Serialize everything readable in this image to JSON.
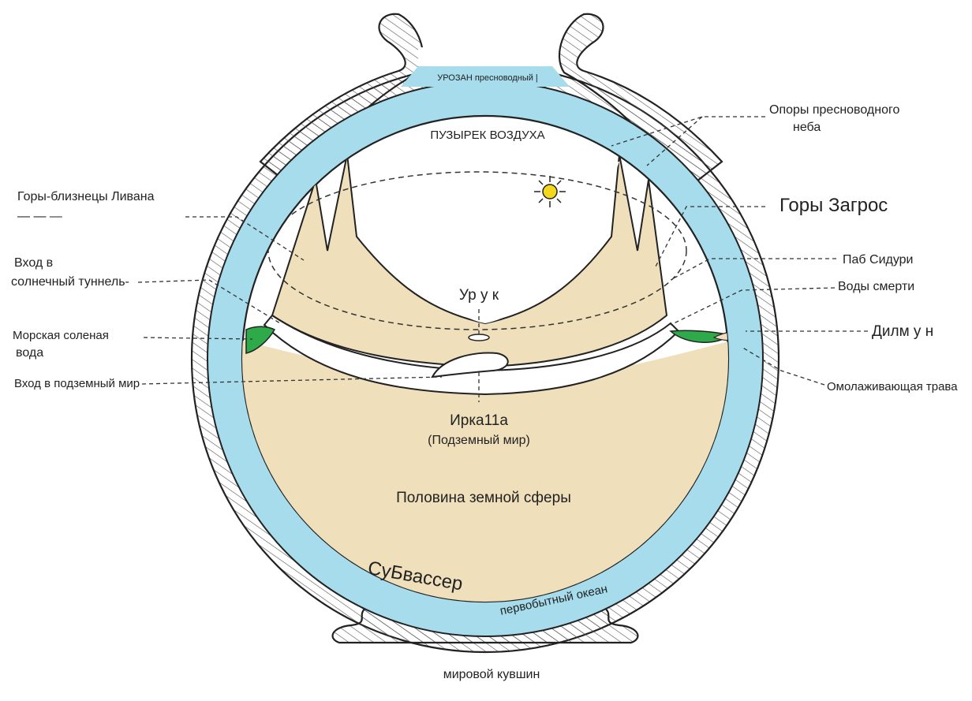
{
  "colors": {
    "water": "#a6dcec",
    "earth": "#efe0bb",
    "sea_green": "#2faa4a",
    "sun": "#f5d81c",
    "ink": "#222222",
    "hatch": "#555555"
  },
  "labels": {
    "freshwater_ocean": "УРОЗАН пресноводный |",
    "air_bubble": "ПУЗЫРЕК ВОЗДУХА",
    "freshwater_sky_supports_line1": "Опоры пресноводного",
    "freshwater_sky_supports_line2": "неба",
    "lebanon_twins": "Горы-близнецы Ливана",
    "lebanon_dashes": "— — —",
    "zagros": "Горы Загрос",
    "sun_tunnel_line1": "Вход в",
    "sun_tunnel_line2": "солнечный туннель-",
    "siduri_pub": "Паб Сидури",
    "death_waters": "Воды смерти",
    "uruk": "Ур у к",
    "salt_sea_line1": "Морская соленая",
    "salt_sea_line2": "вода",
    "dilmun": "Дилм у н",
    "underworld_entrance": "Вход в подземный мир",
    "rejuvenating_herb": "Омолаживающая трава",
    "irkalla": "Ирка11а",
    "irkalla_sub": "(Подземный мир)",
    "earth_half": "Половина земной сферы",
    "subwater": "СуБвассер",
    "primordial_ocean": "первобытный океан",
    "world_jar": "мировой кувшин"
  }
}
